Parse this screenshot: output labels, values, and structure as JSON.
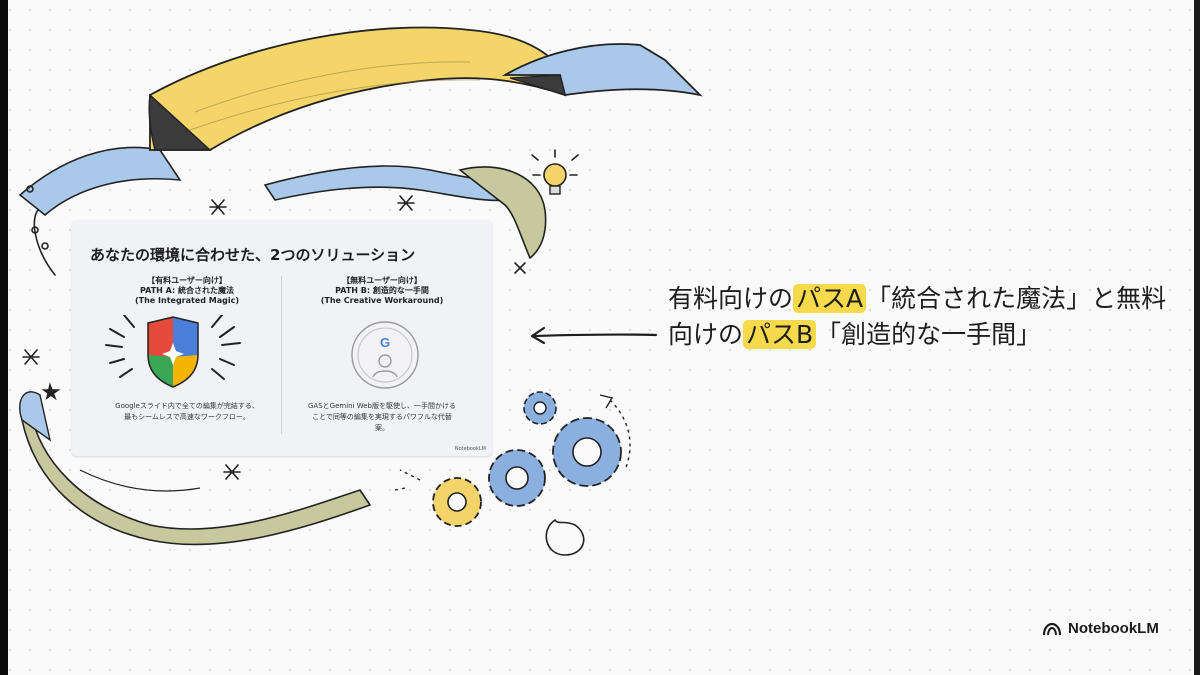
{
  "slide": {
    "title": "あなたの環境に合わせた、2つのソリューション",
    "path_a": {
      "tag": "【有料ユーザー向け】",
      "name": "PATH A: 統合された魔法",
      "english": "(The Integrated Magic)",
      "description_1": "Googleスライド内で全ての編集が完結する、",
      "description_2": "最もシームレスで高速なワークフロー。"
    },
    "path_b": {
      "tag": "【無料ユーザー向け】",
      "name": "PATH B: 創造的な一手間",
      "english": "(The Creative Workaround)",
      "description_1": "GASとGemini Web版を駆使し、一手間かける",
      "description_2": "ことで同等の編集を実現するパワフルな代替",
      "description_3": "案。"
    },
    "watermark": "NotebookLM",
    "badge_letter": "G"
  },
  "caption": {
    "part1": "有料向けの",
    "highlight1": "パスA",
    "part2": "「統合された魔法」と無料向けの",
    "highlight2": "パスB",
    "part3": "「創造的な一手間」"
  },
  "brand": {
    "name": "NotebookLM",
    "icon": "notebooklm-logo-icon"
  },
  "colors": {
    "highlight": "#f7d94c",
    "ribbon_yellow": "#f3d56a",
    "ribbon_blue": "#a9c8ea",
    "ribbon_sage": "#c8c89e",
    "gear_blue": "#8bb0e0",
    "gear_yellow": "#f2d46b",
    "google_red": "#e64a3b",
    "google_blue": "#4a7fd9",
    "google_green": "#3aa757",
    "google_yellow": "#f4b400"
  }
}
